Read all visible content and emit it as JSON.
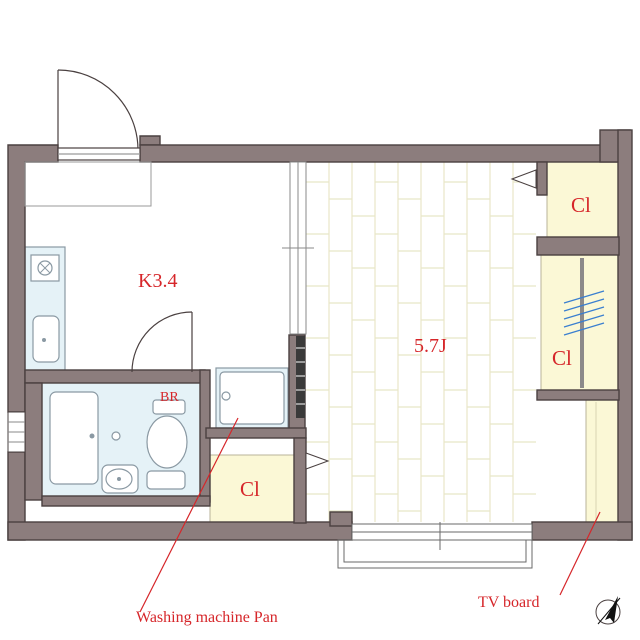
{
  "rooms": {
    "kitchen": "K3.4",
    "living": "5.7J",
    "bath": "BR",
    "closet_top_right": "Cl",
    "closet_mid_right": "Cl",
    "closet_bottom": "Cl"
  },
  "annotations": {
    "washing_pan": "Washing machine Pan",
    "tv_board": "TV board"
  },
  "colors": {
    "wall": "#8c7d7d",
    "closet_fill": "#fbf8d6",
    "bath_fill": "#e5f2f7",
    "floor_line": "#e8e6c7",
    "label": "#d6262a"
  }
}
